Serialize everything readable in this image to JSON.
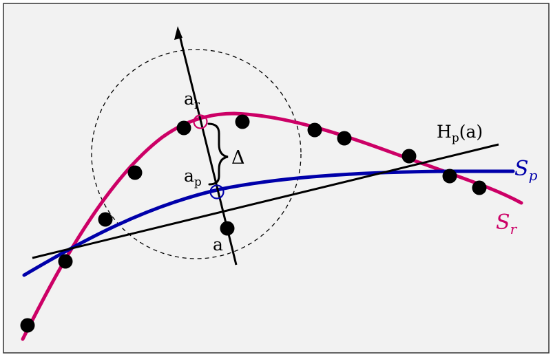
{
  "labels": {
    "a_r_base": "a",
    "a_r_sub": "r",
    "a_p_base": "a",
    "a_p_sub": "p",
    "a": "a",
    "delta": "Δ",
    "h_base": "H",
    "h_sub": "p",
    "h_arg": "(a)",
    "sp_base": "S",
    "sp_sub": "p",
    "sr_base": "S",
    "sr_sub": "r"
  },
  "colors": {
    "background": "#f2f2f2",
    "frame": "#333333",
    "curve_r": "#cc0066",
    "curve_p": "#0000aa",
    "line": "#000000",
    "points": "#000000",
    "circle": "#000000"
  },
  "icons": {
    "sample_point": "filled-circle",
    "projection_point": "hollow-circle",
    "delta_brace": "curly-brace"
  }
}
